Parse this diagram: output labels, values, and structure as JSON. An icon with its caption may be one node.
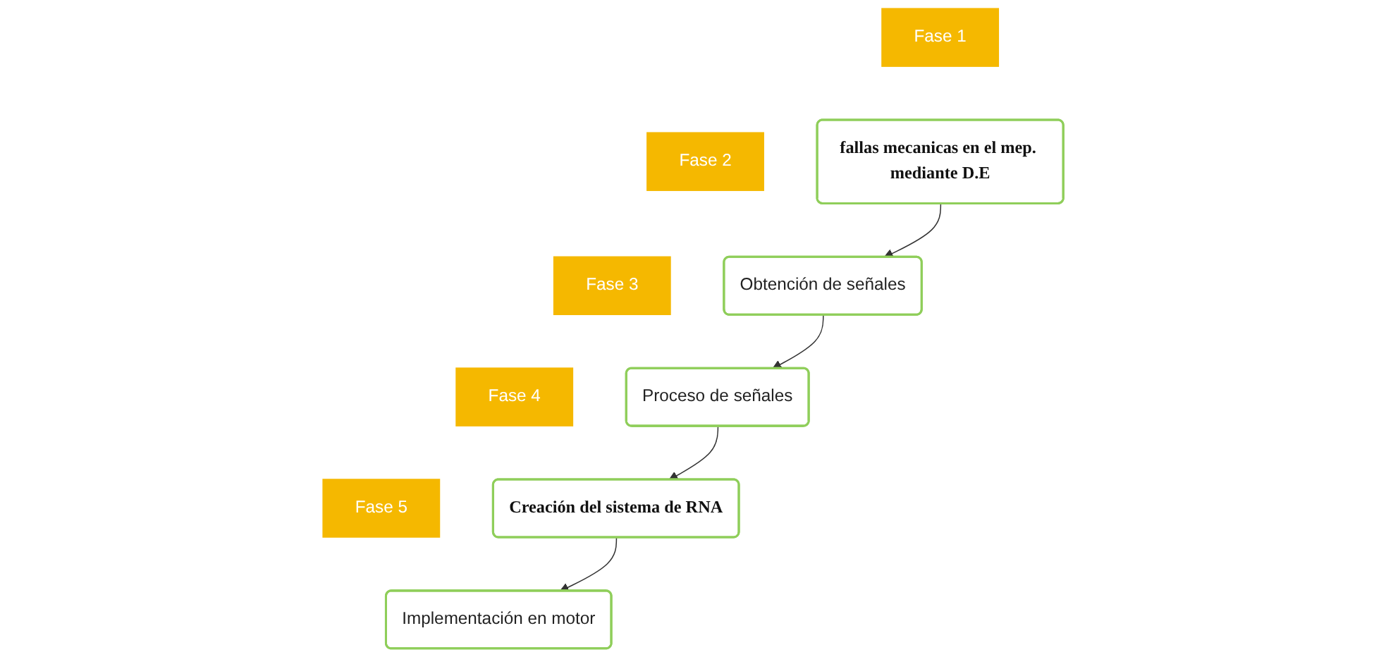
{
  "diagram": {
    "nodes": [
      {
        "text": [
          "Fase 1"
        ]
      },
      {
        "text": [
          "Fase 2"
        ]
      },
      {
        "text": [
          "Fase 3"
        ]
      },
      {
        "text": [
          "fallas mecanicas en el mep. mediante D.E"
        ]
      },
      {
        "text": [
          "Obtención de señales"
        ]
      },
      {
        "text": [
          "Proceso de señales"
        ]
      },
      {
        "text": [
          "Fase 4"
        ]
      },
      {
        "text": [
          "Fase 5"
        ]
      },
      {
        "text": [
          "Creación del sistema de RNA"
        ]
      },
      {
        "text": [
          "Implementación en motor"
        ]
      }
    ],
    "edges": [
      {
        "from": 3,
        "to": 4,
        "arrow": "to"
      },
      {
        "from": 4,
        "to": 5,
        "arrow": "to"
      },
      {
        "from": 5,
        "to": 8,
        "arrow": "to"
      },
      {
        "from": 8,
        "to": 9,
        "arrow": "to"
      }
    ]
  }
}
